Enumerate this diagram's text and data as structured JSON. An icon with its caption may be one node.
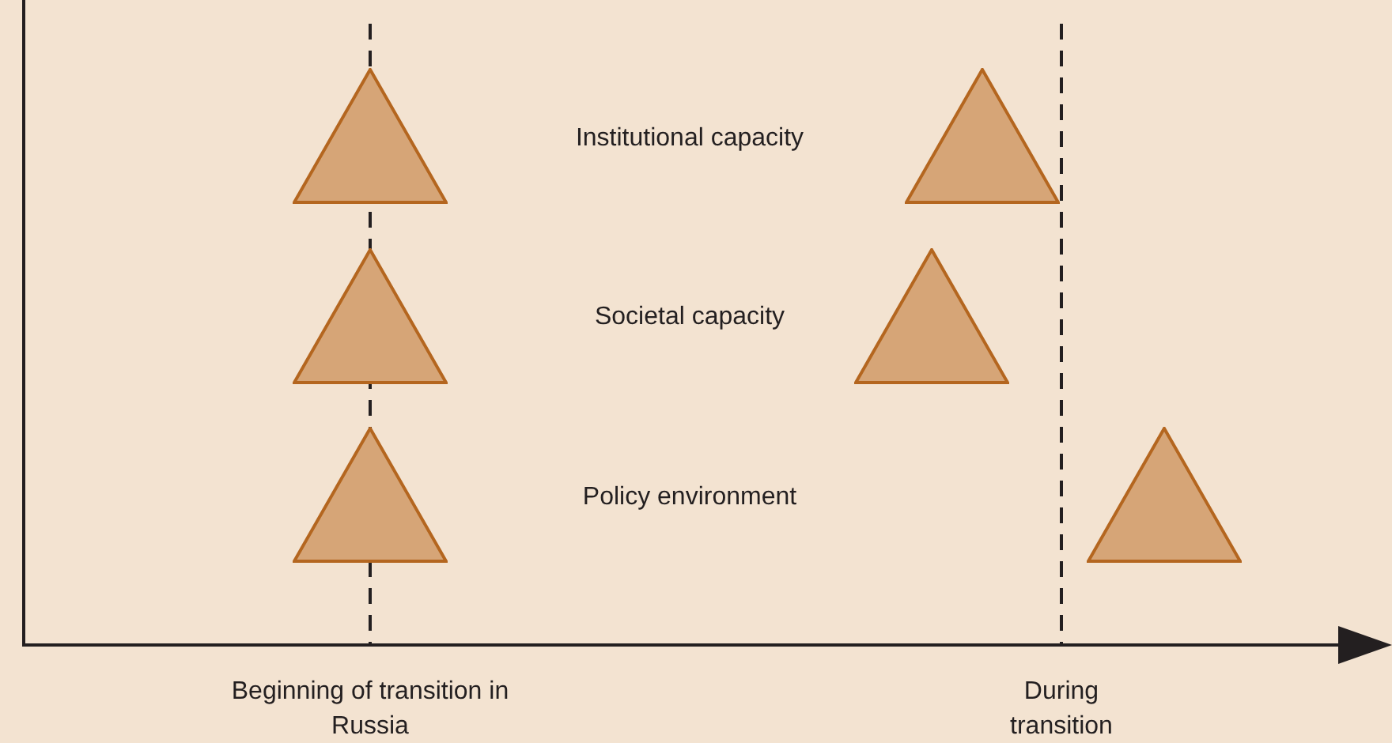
{
  "diagram": {
    "nodes": [
      {
        "text": [],
        "shape": "triangle"
      },
      {
        "text": [],
        "shape": "triangle"
      },
      {
        "text": [],
        "shape": "triangle"
      },
      {
        "text": [],
        "shape": "triangle"
      },
      {
        "text": [],
        "shape": "triangle"
      },
      {
        "text": [],
        "shape": "triangle"
      }
    ],
    "labels": [
      "Institutional capacity",
      "Societal capacity",
      "Policy environment",
      "Beginning of transition in Russia",
      "During transition"
    ]
  }
}
